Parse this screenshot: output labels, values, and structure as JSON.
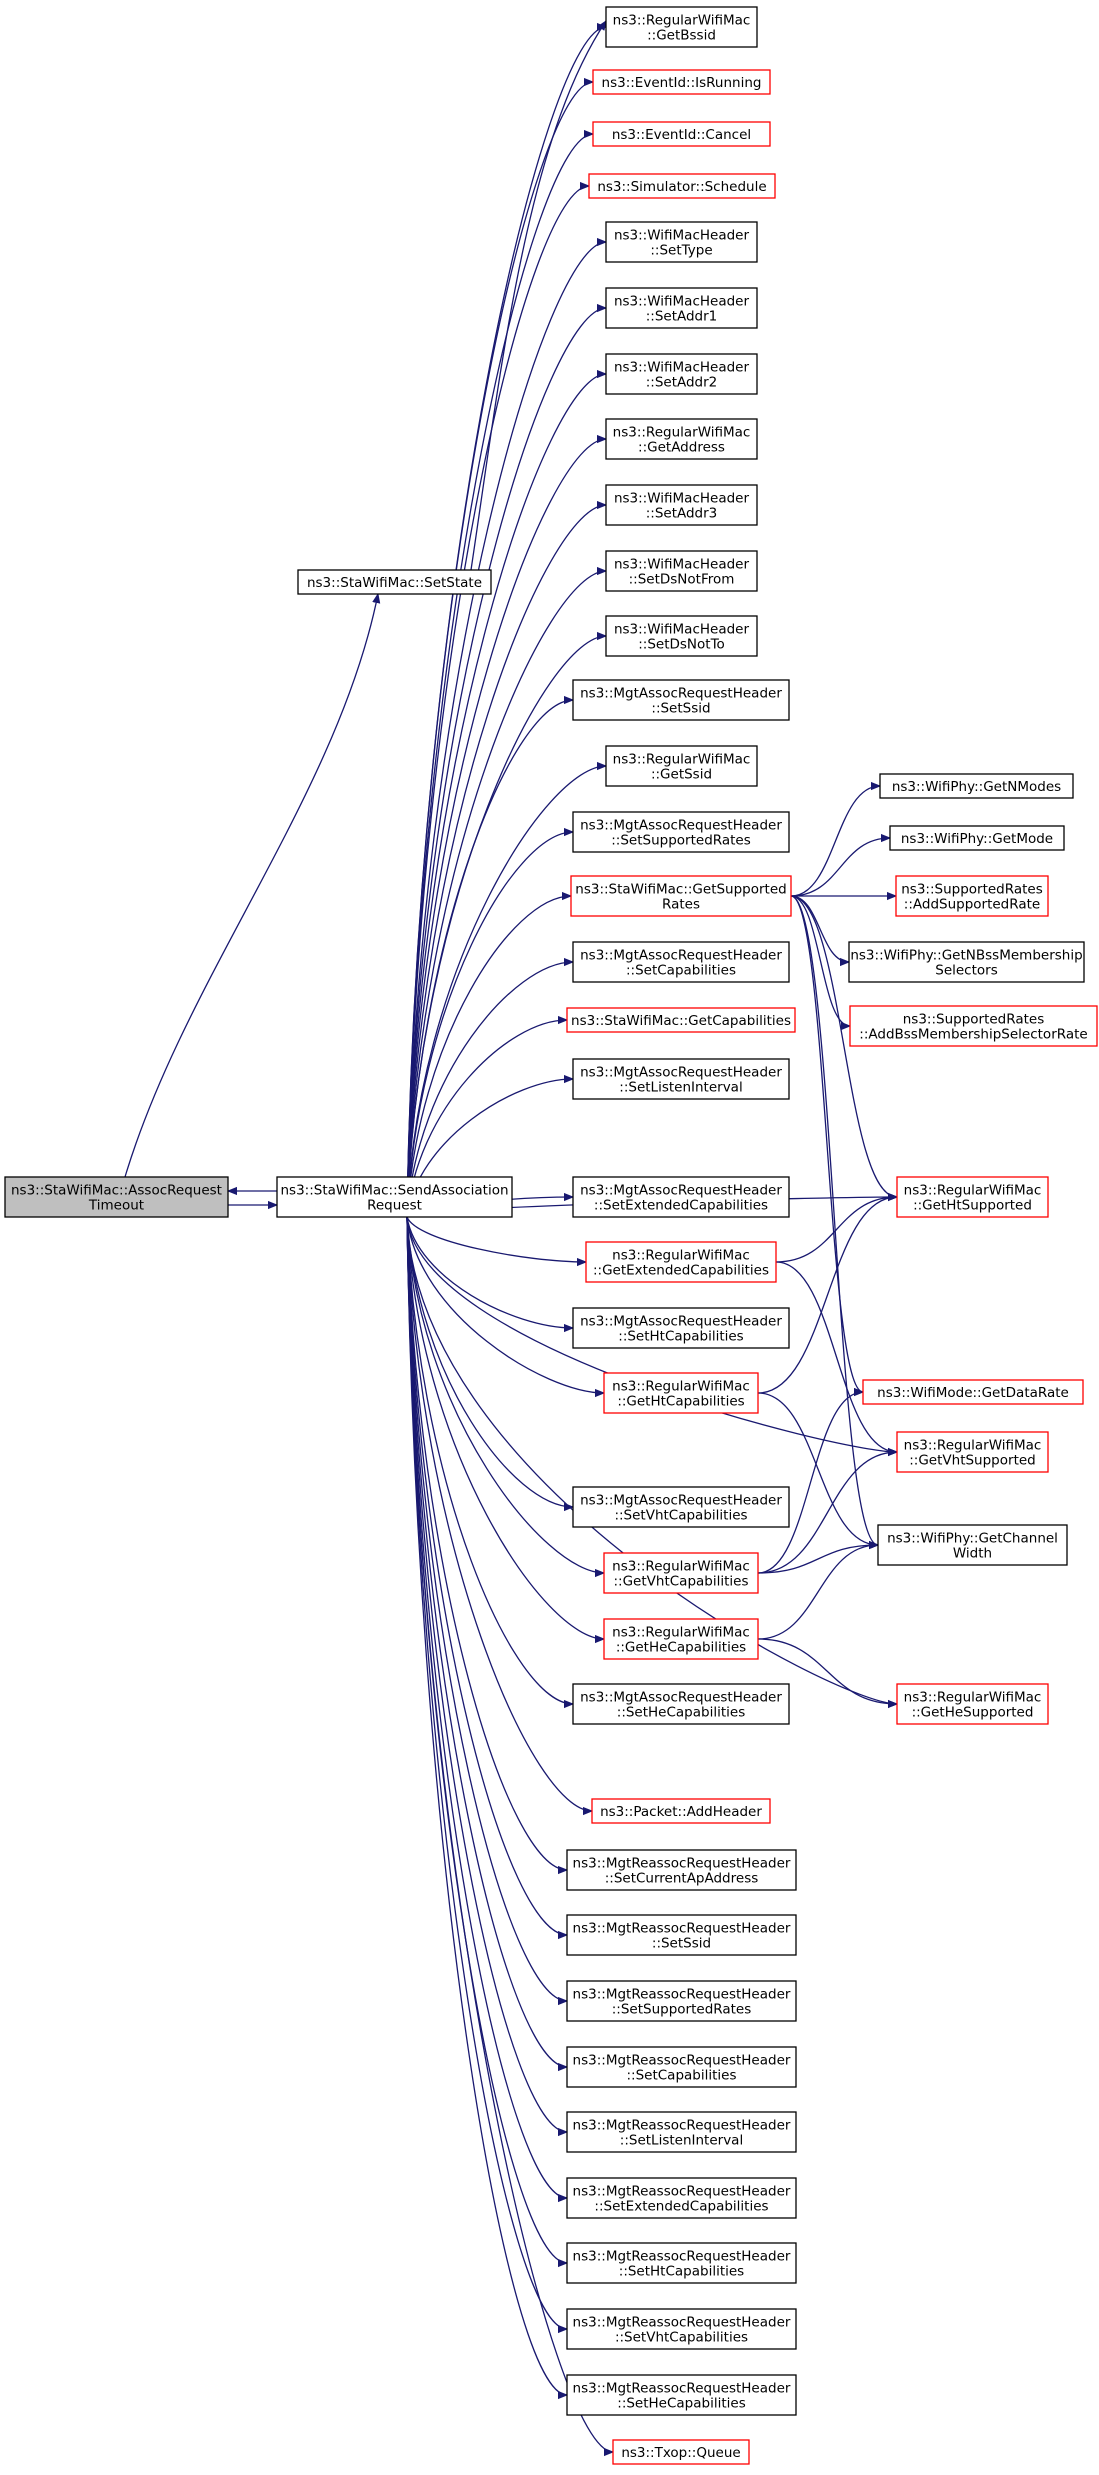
{
  "graph": {
    "title": "",
    "edge_color": "#191970",
    "node_border": "#000000",
    "incomplete_border": "#ff0000",
    "focus_fill": "#bfbfbf",
    "nodes": [
      {
        "id": "assoc_timeout",
        "lines": [
          "ns3::StaWifiMac::AssocRequest",
          "Timeout"
        ],
        "style": "focus"
      },
      {
        "id": "set_state",
        "lines": [
          "ns3::StaWifiMac::SetState"
        ],
        "style": "normal"
      },
      {
        "id": "send_assoc",
        "lines": [
          "ns3::StaWifiMac::SendAssociation",
          "Request"
        ],
        "style": "normal"
      },
      {
        "id": "get_bssid",
        "lines": [
          "ns3::RegularWifiMac",
          "::GetBssid"
        ],
        "style": "normal"
      },
      {
        "id": "is_running",
        "lines": [
          "ns3::EventId::IsRunning"
        ],
        "style": "red"
      },
      {
        "id": "cancel",
        "lines": [
          "ns3::EventId::Cancel"
        ],
        "style": "red"
      },
      {
        "id": "schedule",
        "lines": [
          "ns3::Simulator::Schedule"
        ],
        "style": "red"
      },
      {
        "id": "set_type",
        "lines": [
          "ns3::WifiMacHeader",
          "::SetType"
        ],
        "style": "normal"
      },
      {
        "id": "set_addr1",
        "lines": [
          "ns3::WifiMacHeader",
          "::SetAddr1"
        ],
        "style": "normal"
      },
      {
        "id": "set_addr2",
        "lines": [
          "ns3::WifiMacHeader",
          "::SetAddr2"
        ],
        "style": "normal"
      },
      {
        "id": "get_address",
        "lines": [
          "ns3::RegularWifiMac",
          "::GetAddress"
        ],
        "style": "normal"
      },
      {
        "id": "set_addr3",
        "lines": [
          "ns3::WifiMacHeader",
          "::SetAddr3"
        ],
        "style": "normal"
      },
      {
        "id": "set_ds_not_from",
        "lines": [
          "ns3::WifiMacHeader",
          "::SetDsNotFrom"
        ],
        "style": "normal"
      },
      {
        "id": "set_ds_not_to",
        "lines": [
          "ns3::WifiMacHeader",
          "::SetDsNotTo"
        ],
        "style": "normal"
      },
      {
        "id": "mgt_set_ssid",
        "lines": [
          "ns3::MgtAssocRequestHeader",
          "::SetSsid"
        ],
        "style": "normal"
      },
      {
        "id": "get_ssid",
        "lines": [
          "ns3::RegularWifiMac",
          "::GetSsid"
        ],
        "style": "normal"
      },
      {
        "id": "mgt_set_supported_rates",
        "lines": [
          "ns3::MgtAssocRequestHeader",
          "::SetSupportedRates"
        ],
        "style": "normal"
      },
      {
        "id": "get_supported_rates",
        "lines": [
          "ns3::StaWifiMac::GetSupported",
          "Rates"
        ],
        "style": "red"
      },
      {
        "id": "mgt_set_capabilities",
        "lines": [
          "ns3::MgtAssocRequestHeader",
          "::SetCapabilities"
        ],
        "style": "normal"
      },
      {
        "id": "sta_get_capabilities",
        "lines": [
          "ns3::StaWifiMac::GetCapabilities"
        ],
        "style": "red"
      },
      {
        "id": "mgt_set_listen_interval",
        "lines": [
          "ns3::MgtAssocRequestHeader",
          "::SetListenInterval"
        ],
        "style": "normal"
      },
      {
        "id": "mgt_set_ext_caps",
        "lines": [
          "ns3::MgtAssocRequestHeader",
          "::SetExtendedCapabilities"
        ],
        "style": "normal"
      },
      {
        "id": "get_ext_caps",
        "lines": [
          "ns3::RegularWifiMac",
          "::GetExtendedCapabilities"
        ],
        "style": "red"
      },
      {
        "id": "mgt_set_ht_caps",
        "lines": [
          "ns3::MgtAssocRequestHeader",
          "::SetHtCapabilities"
        ],
        "style": "normal"
      },
      {
        "id": "get_ht_caps",
        "lines": [
          "ns3::RegularWifiMac",
          "::GetHtCapabilities"
        ],
        "style": "red"
      },
      {
        "id": "mgt_set_vht_caps",
        "lines": [
          "ns3::MgtAssocRequestHeader",
          "::SetVhtCapabilities"
        ],
        "style": "normal"
      },
      {
        "id": "get_vht_caps",
        "lines": [
          "ns3::RegularWifiMac",
          "::GetVhtCapabilities"
        ],
        "style": "red"
      },
      {
        "id": "get_he_caps",
        "lines": [
          "ns3::RegularWifiMac",
          "::GetHeCapabilities"
        ],
        "style": "red"
      },
      {
        "id": "mgt_set_he_caps",
        "lines": [
          "ns3::MgtAssocRequestHeader",
          "::SetHeCapabilities"
        ],
        "style": "normal"
      },
      {
        "id": "add_header",
        "lines": [
          "ns3::Packet::AddHeader"
        ],
        "style": "red"
      },
      {
        "id": "re_set_current_ap",
        "lines": [
          "ns3::MgtReassocRequestHeader",
          "::SetCurrentApAddress"
        ],
        "style": "normal"
      },
      {
        "id": "re_set_ssid",
        "lines": [
          "ns3::MgtReassocRequestHeader",
          "::SetSsid"
        ],
        "style": "normal"
      },
      {
        "id": "re_set_supported_rates",
        "lines": [
          "ns3::MgtReassocRequestHeader",
          "::SetSupportedRates"
        ],
        "style": "normal"
      },
      {
        "id": "re_set_capabilities",
        "lines": [
          "ns3::MgtReassocRequestHeader",
          "::SetCapabilities"
        ],
        "style": "normal"
      },
      {
        "id": "re_set_listen_interval",
        "lines": [
          "ns3::MgtReassocRequestHeader",
          "::SetListenInterval"
        ],
        "style": "normal"
      },
      {
        "id": "re_set_ext_caps",
        "lines": [
          "ns3::MgtReassocRequestHeader",
          "::SetExtendedCapabilities"
        ],
        "style": "normal"
      },
      {
        "id": "re_set_ht_caps",
        "lines": [
          "ns3::MgtReassocRequestHeader",
          "::SetHtCapabilities"
        ],
        "style": "normal"
      },
      {
        "id": "re_set_vht_caps",
        "lines": [
          "ns3::MgtReassocRequestHeader",
          "::SetVhtCapabilities"
        ],
        "style": "normal"
      },
      {
        "id": "re_set_he_caps",
        "lines": [
          "ns3::MgtReassocRequestHeader",
          "::SetHeCapabilities"
        ],
        "style": "normal"
      },
      {
        "id": "txop_queue",
        "lines": [
          "ns3::Txop::Queue"
        ],
        "style": "red"
      },
      {
        "id": "get_n_modes",
        "lines": [
          "ns3::WifiPhy::GetNModes"
        ],
        "style": "normal"
      },
      {
        "id": "get_mode",
        "lines": [
          "ns3::WifiPhy::GetMode"
        ],
        "style": "normal"
      },
      {
        "id": "add_supported_rate",
        "lines": [
          "ns3::SupportedRates",
          "::AddSupportedRate"
        ],
        "style": "red"
      },
      {
        "id": "get_n_bss",
        "lines": [
          "ns3::WifiPhy::GetNBssMembership",
          "Selectors"
        ],
        "style": "normal"
      },
      {
        "id": "add_bss_selector",
        "lines": [
          "ns3::SupportedRates",
          "::AddBssMembershipSelectorRate"
        ],
        "style": "red"
      },
      {
        "id": "get_ht_supported",
        "lines": [
          "ns3::RegularWifiMac",
          "::GetHtSupported"
        ],
        "style": "red"
      },
      {
        "id": "get_data_rate",
        "lines": [
          "ns3::WifiMode::GetDataRate"
        ],
        "style": "red"
      },
      {
        "id": "get_vht_supported",
        "lines": [
          "ns3::RegularWifiMac",
          "::GetVhtSupported"
        ],
        "style": "red"
      },
      {
        "id": "get_channel_width",
        "lines": [
          "ns3::WifiPhy::GetChannel",
          "Width"
        ],
        "style": "normal"
      },
      {
        "id": "get_he_supported",
        "lines": [
          "ns3::RegularWifiMac",
          "::GetHeSupported"
        ],
        "style": "red"
      }
    ]
  }
}
